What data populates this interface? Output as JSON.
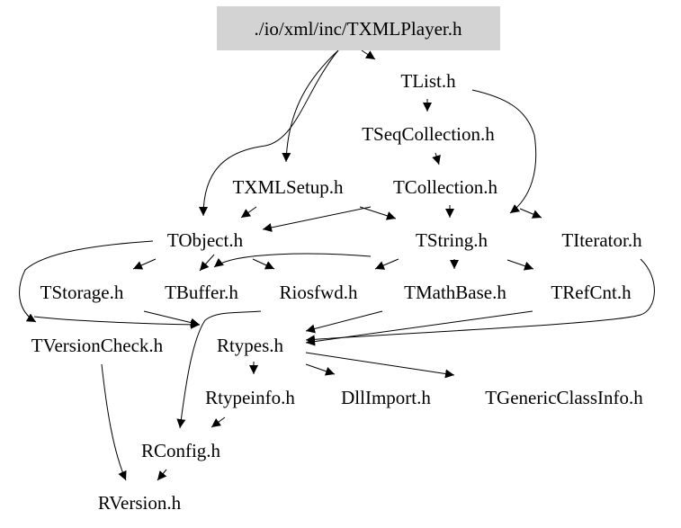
{
  "graph": {
    "title": "Include dependency graph for TXMLPlayer.h",
    "root_fill": "#d3d3d3",
    "nodes": [
      {
        "id": "root",
        "label": "./io/xml/inc/TXMLPlayer.h",
        "is_root": true
      },
      {
        "id": "tlist",
        "label": "TList.h"
      },
      {
        "id": "tseqcollection",
        "label": "TSeqCollection.h"
      },
      {
        "id": "txmlsetup",
        "label": "TXMLSetup.h"
      },
      {
        "id": "tcollection",
        "label": "TCollection.h"
      },
      {
        "id": "tobject",
        "label": "TObject.h"
      },
      {
        "id": "tstring",
        "label": "TString.h"
      },
      {
        "id": "titerator",
        "label": "TIterator.h"
      },
      {
        "id": "tstorage",
        "label": "TStorage.h"
      },
      {
        "id": "tbuffer",
        "label": "TBuffer.h"
      },
      {
        "id": "riosfwd",
        "label": "Riosfwd.h"
      },
      {
        "id": "tmathbase",
        "label": "TMathBase.h"
      },
      {
        "id": "trefcnt",
        "label": "TRefCnt.h"
      },
      {
        "id": "tversioncheck",
        "label": "TVersionCheck.h"
      },
      {
        "id": "rtypes",
        "label": "Rtypes.h"
      },
      {
        "id": "rtypeinfo",
        "label": "Rtypeinfo.h"
      },
      {
        "id": "dllimport",
        "label": "DllImport.h"
      },
      {
        "id": "tgenericclassinfo",
        "label": "TGenericClassInfo.h"
      },
      {
        "id": "rconfig",
        "label": "RConfig.h"
      },
      {
        "id": "rversion",
        "label": "RVersion.h"
      }
    ],
    "edges": [
      {
        "from": "root",
        "to": "tlist"
      },
      {
        "from": "root",
        "to": "txmlsetup"
      },
      {
        "from": "root",
        "to": "tobject"
      },
      {
        "from": "tlist",
        "to": "tseqcollection"
      },
      {
        "from": "tlist",
        "to": "titerator"
      },
      {
        "from": "tseqcollection",
        "to": "tcollection"
      },
      {
        "from": "txmlsetup",
        "to": "tobject"
      },
      {
        "from": "tcollection",
        "to": "tobject"
      },
      {
        "from": "tcollection",
        "to": "tstring"
      },
      {
        "from": "tcollection",
        "to": "titerator"
      },
      {
        "from": "tobject",
        "to": "tstorage"
      },
      {
        "from": "tobject",
        "to": "tbuffer"
      },
      {
        "from": "tobject",
        "to": "riosfwd"
      },
      {
        "from": "tobject",
        "to": "tversioncheck"
      },
      {
        "from": "tstring",
        "to": "tbuffer"
      },
      {
        "from": "tstring",
        "to": "riosfwd"
      },
      {
        "from": "tstring",
        "to": "tmathbase"
      },
      {
        "from": "tstring",
        "to": "trefcnt"
      },
      {
        "from": "tstorage",
        "to": "rtypes"
      },
      {
        "from": "tbuffer",
        "to": "rconfig"
      },
      {
        "from": "tmathbase",
        "to": "rtypes"
      },
      {
        "from": "trefcnt",
        "to": "rtypes"
      },
      {
        "from": "titerator",
        "to": "rtypes"
      },
      {
        "from": "rtypes",
        "to": "rtypeinfo"
      },
      {
        "from": "rtypes",
        "to": "dllimport"
      },
      {
        "from": "rtypes",
        "to": "tgenericclassinfo"
      },
      {
        "from": "rtypeinfo",
        "to": "rconfig"
      },
      {
        "from": "tversioncheck",
        "to": "rversion"
      },
      {
        "from": "rconfig",
        "to": "rversion"
      }
    ]
  }
}
